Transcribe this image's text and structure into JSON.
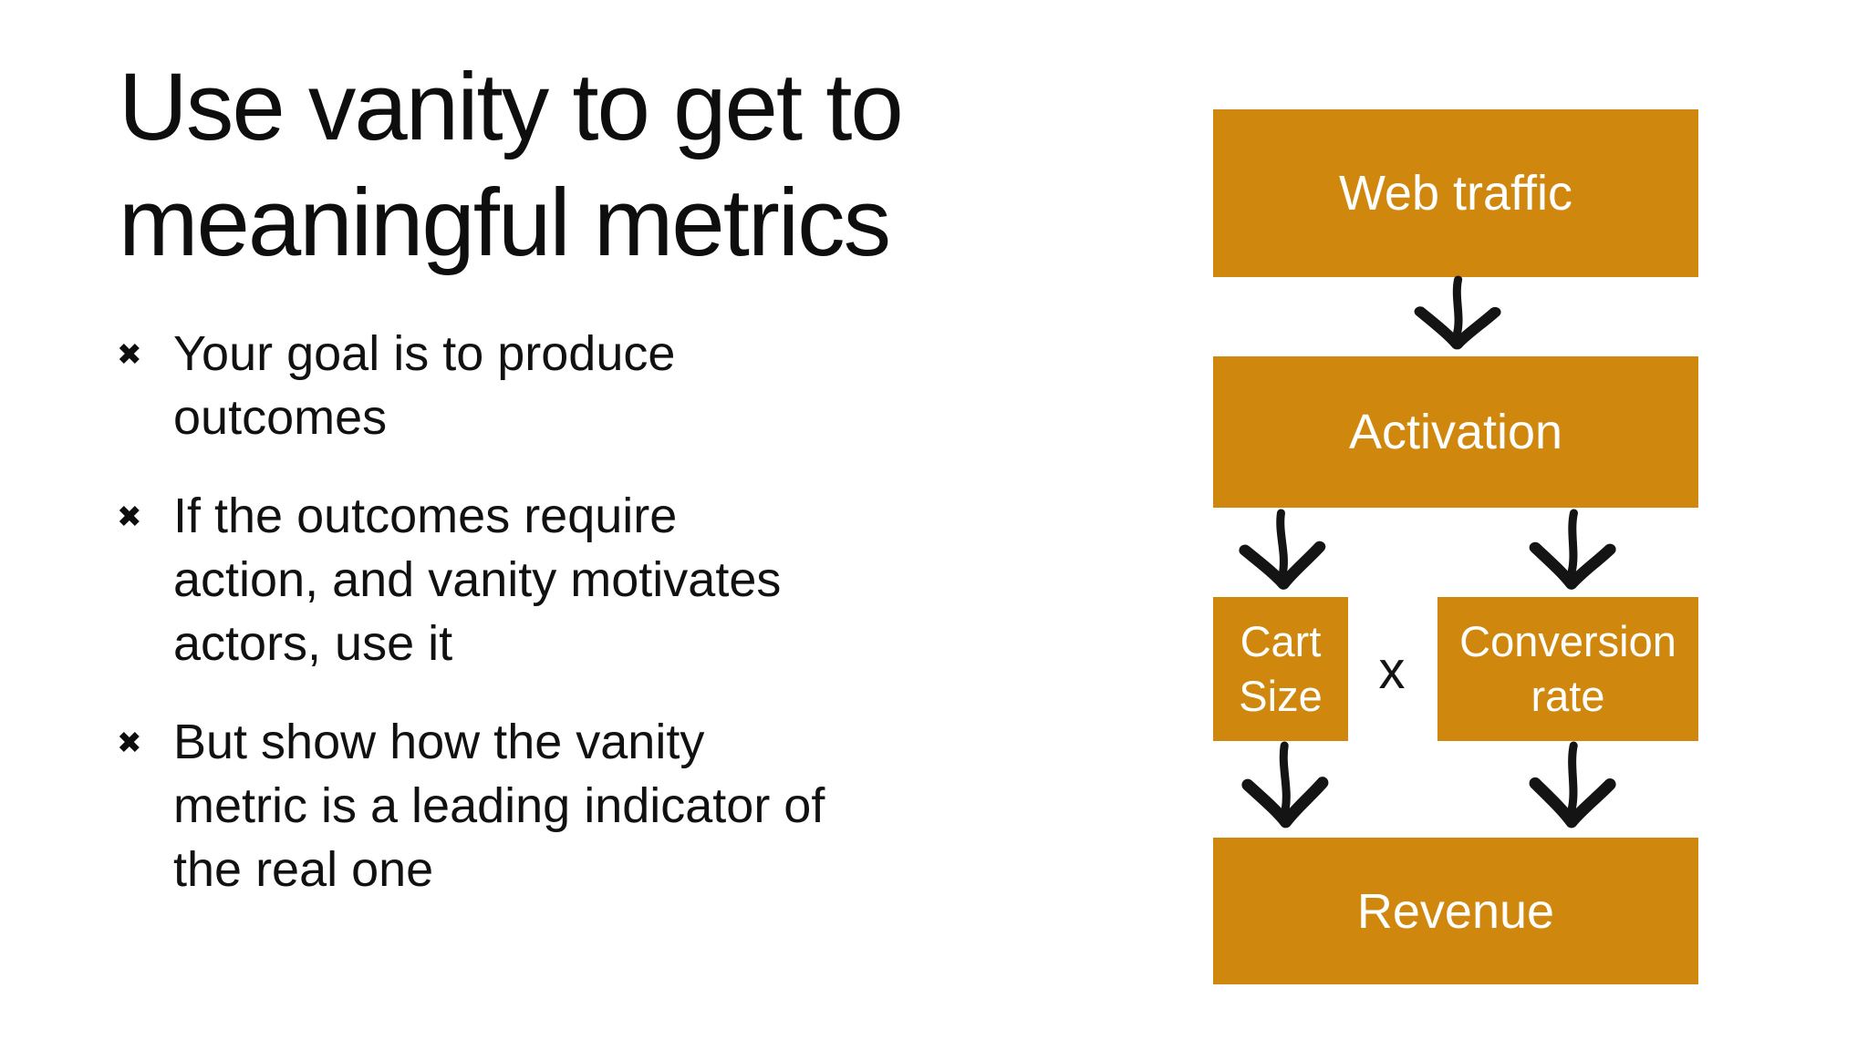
{
  "slide": {
    "background": "#FFFFFF",
    "title": "Use vanity to get to meaningful metrics",
    "title_lines": [
      "Use vanity to get to",
      "meaningful metrics"
    ],
    "bullet_glyph": "✖",
    "bullets": [
      {
        "text": "Your goal is to produce outcomes",
        "lines": [
          "Your goal is to produce",
          "outcomes"
        ]
      },
      {
        "text": "If the outcomes require action, and vanity motivates actors, use it",
        "lines": [
          "If the outcomes require",
          "action, and vanity motivates",
          "actors, use it"
        ]
      },
      {
        "text": "But show how the vanity metric is a leading indicator of the real one",
        "lines": [
          "But show how the vanity",
          "metric is a leading indicator of",
          "the real one"
        ]
      }
    ]
  },
  "flowchart": {
    "box_color": "#D0870D",
    "label_color": "#FFFFFF",
    "arrow_color": "#141414",
    "operator": "x",
    "nodes": {
      "web_traffic": {
        "label": "Web traffic"
      },
      "activation": {
        "label": "Activation"
      },
      "cart_size": {
        "label": "Cart Size",
        "lines": [
          "Cart",
          "Size"
        ]
      },
      "conversion_rate": {
        "label": "Conversion rate",
        "lines": [
          "Conversion",
          "rate"
        ]
      },
      "revenue": {
        "label": "Revenue"
      }
    },
    "edges": [
      {
        "from": "web_traffic",
        "to": "activation"
      },
      {
        "from": "activation",
        "to": "cart_size"
      },
      {
        "from": "activation",
        "to": "conversion_rate"
      },
      {
        "from": "cart_size",
        "to": "revenue"
      },
      {
        "from": "conversion_rate",
        "to": "revenue"
      }
    ]
  }
}
